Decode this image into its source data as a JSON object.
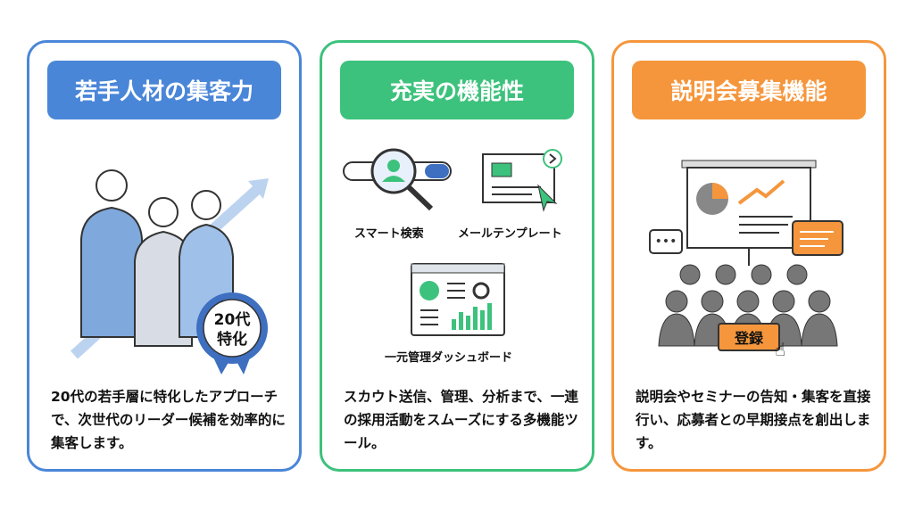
{
  "cards": [
    {
      "title": "若手人材の集客力",
      "badge_line1": "20代",
      "badge_line2": "特化",
      "description": "20代の若手層に特化したアプローチで、次世代のリーダー候補を効率的に集客します。",
      "color": "#4a86d8"
    },
    {
      "title": "充実の機能性",
      "features": [
        "スマート検索",
        "メールテンプレート",
        "一元管理ダッシュボード"
      ],
      "description": "スカウト送信、管理、分析まで、一連の採用活動をスムーズにする多機能ツール。",
      "color": "#3cc27c"
    },
    {
      "title": "説明会募集機能",
      "button_label": "登録",
      "description": "説明会やセミナーの告知・集客を直接行い、応募者との早期接点を創出します。",
      "color": "#f5963c"
    }
  ]
}
